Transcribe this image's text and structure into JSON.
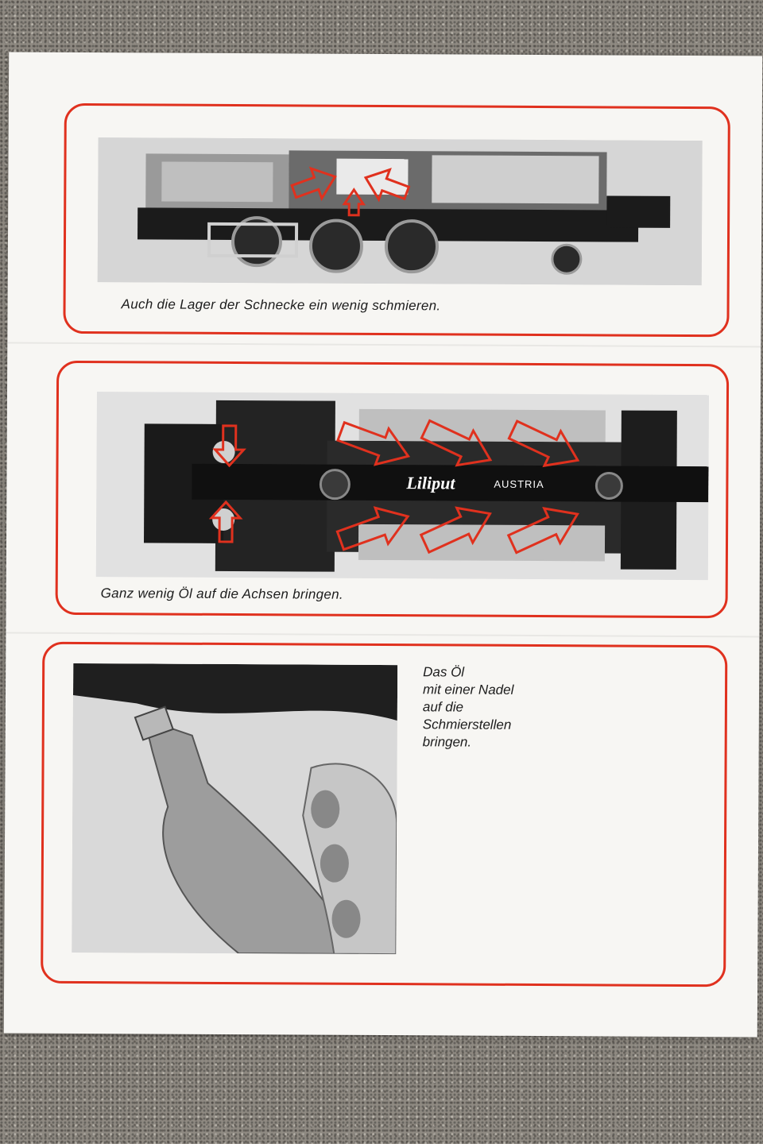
{
  "panels": [
    {
      "caption": "Auch die Lager der Schnecke ein wenig schmieren."
    },
    {
      "caption": "Ganz wenig Öl auf die Achsen bringen.",
      "brand": "Liliput",
      "brand_suffix": "AUSTRIA"
    },
    {
      "lines": [
        "Das Öl",
        "mit einer Nadel",
        "auf die",
        "Schmierstellen",
        "bringen."
      ]
    }
  ],
  "colors": {
    "frame": "#e0311e",
    "paper": "#f7f6f3"
  }
}
